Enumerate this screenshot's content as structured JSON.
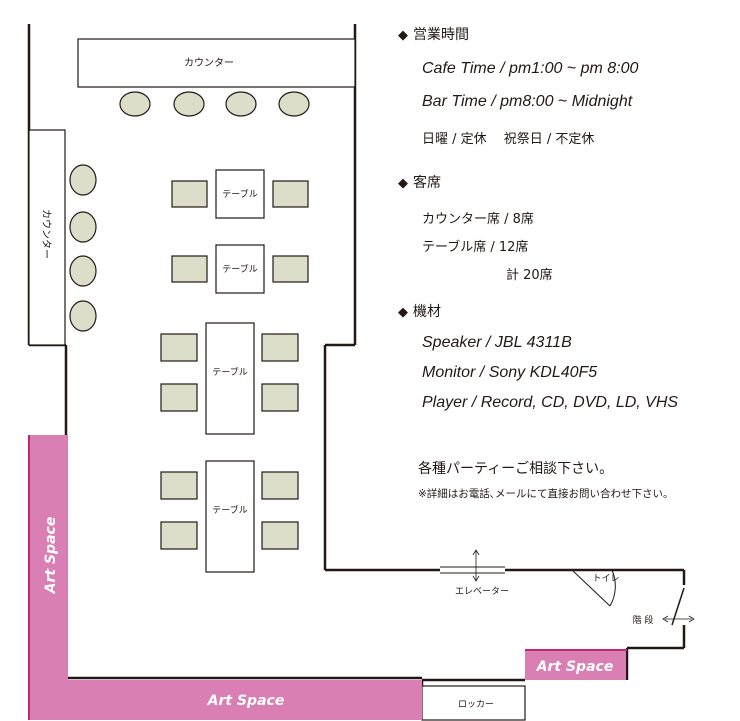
{
  "floor_plan": {
    "counter_top": "カウンター",
    "counter_side": "カウンター",
    "tables": [
      "テーブル",
      "テーブル",
      "テーブル",
      "テーブル"
    ],
    "elevator": "エレベーター",
    "toilet": "トイレ",
    "stairs": "階 段",
    "locker": "ロッカー",
    "art_space_left": "Art Space",
    "art_space_bottom": "Art Space",
    "art_space_right": "Art Space",
    "art_space_color": "#d97fb3"
  },
  "info": {
    "hours": {
      "heading": "営業時間",
      "cafe": "Cafe Time /  pm1:00 ~ pm 8:00",
      "bar": "Bar Time   / pm8:00 ~ Midnight",
      "closed": "日曜 / 定休　  祝祭日 / 不定休"
    },
    "seats": {
      "heading": "客席",
      "counter": "カウンター席 /   8席",
      "table": "テーブル席   / 12席",
      "total": "計 20席"
    },
    "equipment": {
      "heading": "機材",
      "speaker": "Speaker / JBL 4311B",
      "monitor": "Monitor  / Sony KDL40F5",
      "player": "Player    / Record, CD, DVD, LD, VHS"
    },
    "party": "各種パーティーご相談下さい。",
    "note": "※詳細はお電話､メールにて直接お問い合わせ下さい。"
  }
}
